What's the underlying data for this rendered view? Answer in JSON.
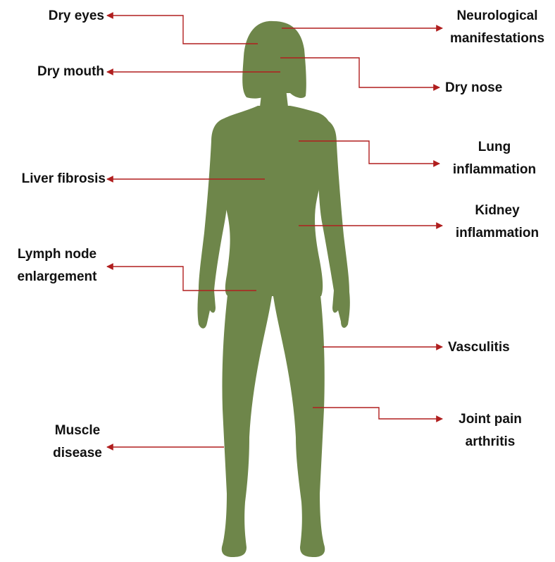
{
  "colors": {
    "silhouette": "#6e864a",
    "leader_line": "#b01e1e",
    "text": "#111111"
  },
  "labels": {
    "dry_eyes": "Dry eyes",
    "dry_mouth": "Dry mouth",
    "liver_fibrosis": "Liver fibrosis",
    "lymph_node_line1": "Lymph node",
    "lymph_node_line2": "enlargement",
    "muscle_line1": "Muscle",
    "muscle_line2": "disease",
    "neuro_line1": "Neurological",
    "neuro_line2": "manifestations",
    "dry_nose": "Dry nose",
    "lung_line1": "Lung",
    "lung_line2": "inflammation",
    "kidney_line1": "Kidney",
    "kidney_line2": "inflammation",
    "vasculitis": "Vasculitis",
    "joint_line1": "Joint pain",
    "joint_line2": "arthritis"
  }
}
